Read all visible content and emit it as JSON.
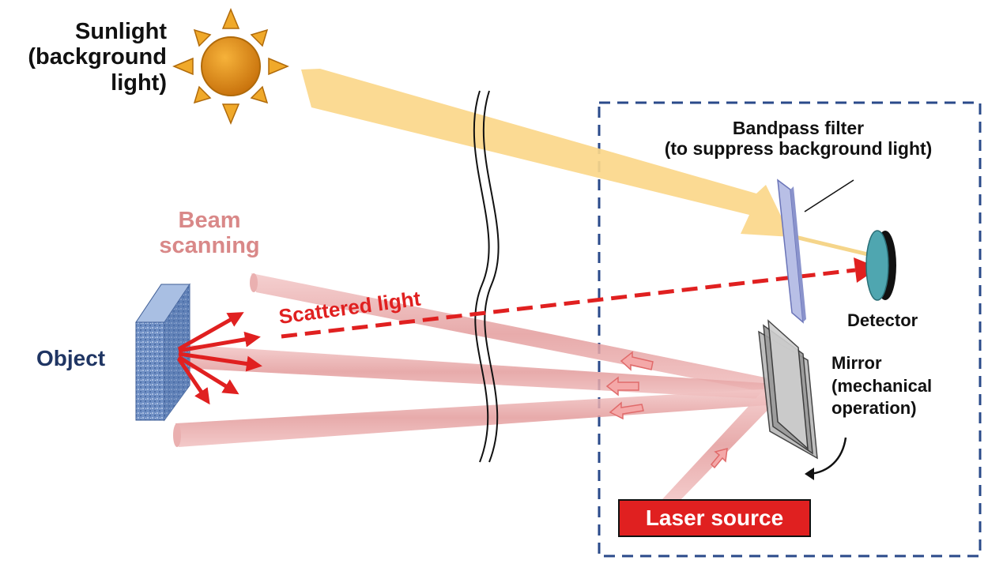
{
  "labels": {
    "sunlight": "Sunlight\n(background\nlight)",
    "bandpass_filter": "Bandpass filter\n(to suppress background light)",
    "beam_scanning": "Beam\nscanning",
    "scattered_light": "Scattered light",
    "object": "Object",
    "detector": "Detector",
    "mirror": "Mirror\n(mechanical\noperation)",
    "laser_source": "Laser source"
  },
  "colors": {
    "sun_body": "#E08A12",
    "sun_rays": "#F0A92A",
    "sunlight_beam": "#FBD78A",
    "laser_beam": "#E8A4A4",
    "scattered_arrow": "#E02020",
    "object_block": "#6F8FC4",
    "dashed_box": "#2A4A8A",
    "navy_text": "#1F3563",
    "beam_label_text": "#D98888",
    "laser_box_fill": "#E02020",
    "detector_face": "#4FA6B0"
  },
  "icons": {
    "sun": "sun-icon",
    "object": "cube-icon",
    "filter": "glass-plate-icon",
    "detector": "lens-disc-icon",
    "mirror": "mirror-stack-icon",
    "break_mark": "wavy-break-icon"
  }
}
